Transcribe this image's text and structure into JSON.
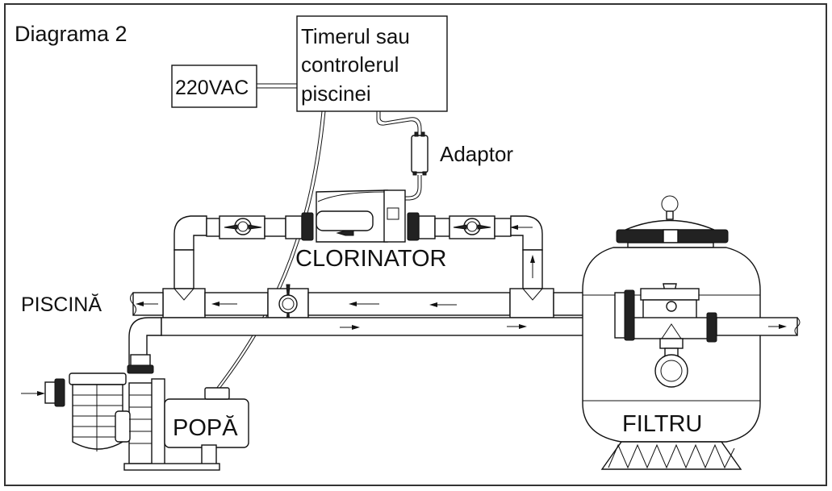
{
  "diagram": {
    "title": "Diagrama 2",
    "power_source": {
      "label": "220VAC"
    },
    "controller": {
      "lines": [
        "Timerul sau",
        "controlerul",
        "piscinei"
      ]
    },
    "adaptor": {
      "label": "Adaptor"
    },
    "chlorinator": {
      "label": "CLORINATOR"
    },
    "pool": {
      "label": "PISCINĂ"
    },
    "pump": {
      "label": "POPĂ"
    },
    "filter": {
      "label": "FILTRU"
    },
    "colors": {
      "line": "#111111",
      "background": "#ffffff",
      "frame": "#333333"
    }
  }
}
